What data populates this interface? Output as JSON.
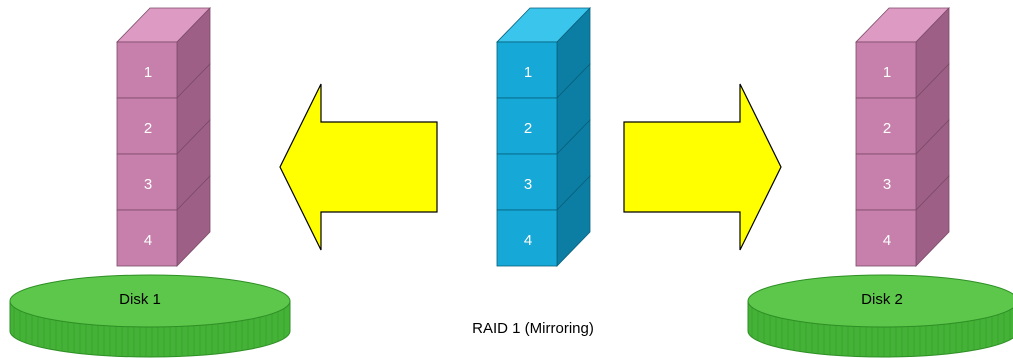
{
  "caption": "RAID 1 (Mirroring)",
  "colors": {
    "mirror_front": "#c77fab",
    "mirror_top": "#dd9ac3",
    "mirror_side": "#9e5f86",
    "source_front": "#16a8d6",
    "source_top": "#39c5ec",
    "source_side": "#0c7ea3",
    "arrow_fill": "#ffff00",
    "disk_top": "#5cc74a",
    "disk_side": "#44b236",
    "disk_stripe": "#2e8f25"
  },
  "stacks": [
    {
      "role": "left-mirror",
      "blocks": [
        "1",
        "2",
        "3",
        "4"
      ]
    },
    {
      "role": "source",
      "blocks": [
        "1",
        "2",
        "3",
        "4"
      ]
    },
    {
      "role": "right-mirror",
      "blocks": [
        "1",
        "2",
        "3",
        "4"
      ]
    }
  ],
  "disks": [
    {
      "label": "Disk 1"
    },
    {
      "label": "Disk 2"
    }
  ]
}
